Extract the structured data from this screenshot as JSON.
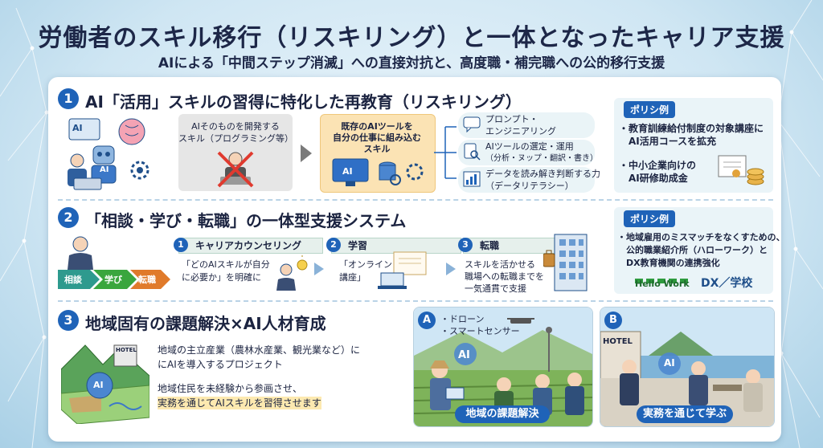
{
  "title": "労働者のスキル移行（リスキリング）と一体となったキャリア支援",
  "subtitle": "AIによる「中間ステップ消滅」への直接対抗と、高度職・補完職への公的移行支援",
  "sections": [
    {
      "num": "1",
      "title": "AI「活用」スキルの習得に特化した再教育（リスキリング）",
      "icon_label": "AI",
      "robot_label": "AI",
      "grey_box_lines": [
        "AIそのものを開発する",
        "スキル（プログラミング等）"
      ],
      "gold_box_lines": [
        "既存のAIツールを",
        "自分の仕事に組み込む",
        "スキル"
      ],
      "gold_box_screen": "AI",
      "skills": [
        {
          "lines": [
            "プロンプト・",
            "エンジニアリング"
          ]
        },
        {
          "lines": [
            "AIツールの選定・運用",
            "（分析・ヌップ・翻訳・書き）"
          ]
        },
        {
          "lines": [
            "データを読み解き判断する力",
            "（データリテラシー）"
          ]
        }
      ],
      "policy_label": "ポリシ例",
      "policy_items": [
        {
          "lines": [
            "・教育訓練給付制度の対象講座に",
            "　AI活用コースを拡充"
          ]
        },
        {
          "lines": [
            "・中小企業向けの",
            "　AI研修助成金"
          ]
        }
      ]
    },
    {
      "num": "2",
      "title": "「相談・学び・転職」の一体型支援システム",
      "flow": [
        "相談",
        "学び",
        "転職"
      ],
      "steps": [
        {
          "num": "1",
          "label": "キャリアカウンセリング",
          "lines": [
            "「どのAIスキルが自分",
            "に必要か」を明確に"
          ]
        },
        {
          "num": "2",
          "label": "学習",
          "lines": [
            "「オンライン",
            "講座」"
          ]
        },
        {
          "num": "3",
          "label": "転職",
          "lines": [
            "スキルを活かせる",
            "職場への転職までを",
            "一気通貫で支援"
          ]
        }
      ],
      "policy_label": "ポリシ例",
      "policy_lines": [
        "・地域雇用のミスマッチをなくすための、",
        "　公的職業紹介所（ハローワーク）と",
        "　DX教育機関の連携強化"
      ],
      "logo_hellowork": "Hello Work",
      "logo_dx": "DX／学校"
    },
    {
      "num": "3",
      "title": "地域固有の課題解決×AI人材育成",
      "hotel_sign": "HOTEL",
      "map_ai": "AI",
      "desc1_lines": [
        "地域の主立産業（農林水産業、観光業など）に",
        "にAIを導入するプロジェクト"
      ],
      "desc2_line1": "地域住民を未経験から参画させ、",
      "desc2_line2": "実務を通じてAIスキルを習得させます",
      "scene_a": {
        "badge": "A",
        "lines": [
          "・ドローン",
          "・スマートセンサー"
        ],
        "ai_label": "AI",
        "label": "地域の課題解決"
      },
      "scene_b": {
        "badge": "B",
        "hotel": "HOTEL",
        "ai_label": "AI",
        "label": "実務を通じて学ぶ"
      }
    }
  ],
  "colors": {
    "primary": "#1f63b8",
    "gold": "#fbe3b4",
    "panel": "#ffffff",
    "policy_bg": "#eaf4f8"
  }
}
